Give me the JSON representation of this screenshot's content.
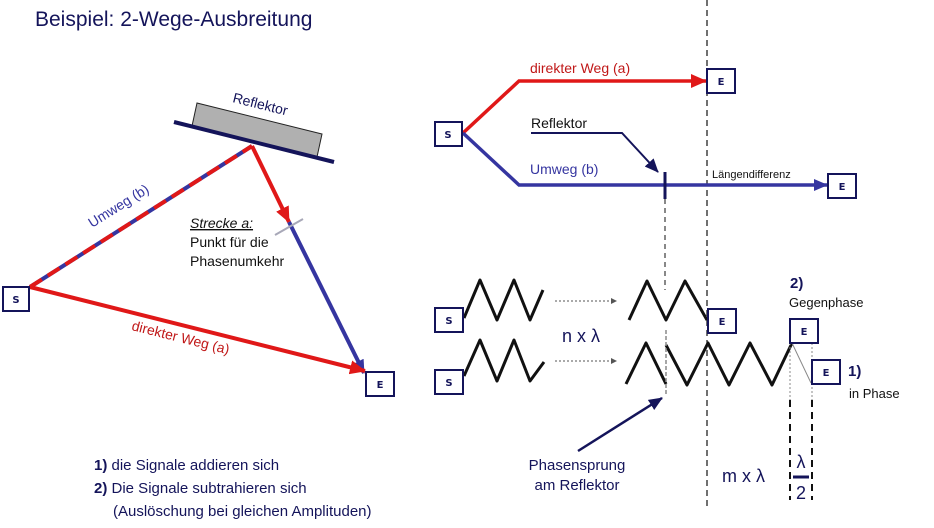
{
  "title": "Beispiel: 2-Wege-Ausbreitung",
  "colors": {
    "title": "#14145a",
    "direct": "#e01818",
    "detour": "#3535a0",
    "dark": "#14145a",
    "reflector_fill": "#b0b0b0",
    "wave": "#111111",
    "label_red": "#c01818"
  },
  "left_diagram": {
    "reflector_label": "Reflektor",
    "detour_label": "Umweg (b)",
    "direct_label": "direkter Weg (a)",
    "strecke_label": "Strecke a:",
    "phase_point_line1": "Punkt für die",
    "phase_point_line2": "Phasenumkehr",
    "sender": "S",
    "receiver": "E"
  },
  "right_top_diagram": {
    "sender": "S",
    "direct_label": "direkter Weg (a)",
    "direct_receiver": "E",
    "reflector_label": "Reflektor",
    "detour_label": "Umweg (b)",
    "length_diff_label": "Längendifferenz",
    "detour_receiver": "E"
  },
  "wave_diagram": {
    "sender_top": "S",
    "sender_bottom": "S",
    "receiver_top": "E",
    "receiver_gegenphase": "E",
    "receiver_inphase": "E",
    "n_lambda": "n x λ",
    "m_lambda": "m x λ",
    "lambda_num": "λ",
    "lambda_den": "2",
    "gegenphase_num": "2)",
    "gegenphase_label": "Gegenphase",
    "inphase_num": "1)",
    "inphase_label": "in Phase",
    "phase_jump_line1": "Phasensprung",
    "phase_jump_line2": "am Reflektor"
  },
  "legend": [
    {
      "num": "1)",
      "text": " die Signale addieren sich"
    },
    {
      "num": "2)",
      "text": " Die Signale subtrahieren sich"
    },
    {
      "num": "",
      "text": "(Auslöschung bei gleichen Amplituden)"
    }
  ]
}
